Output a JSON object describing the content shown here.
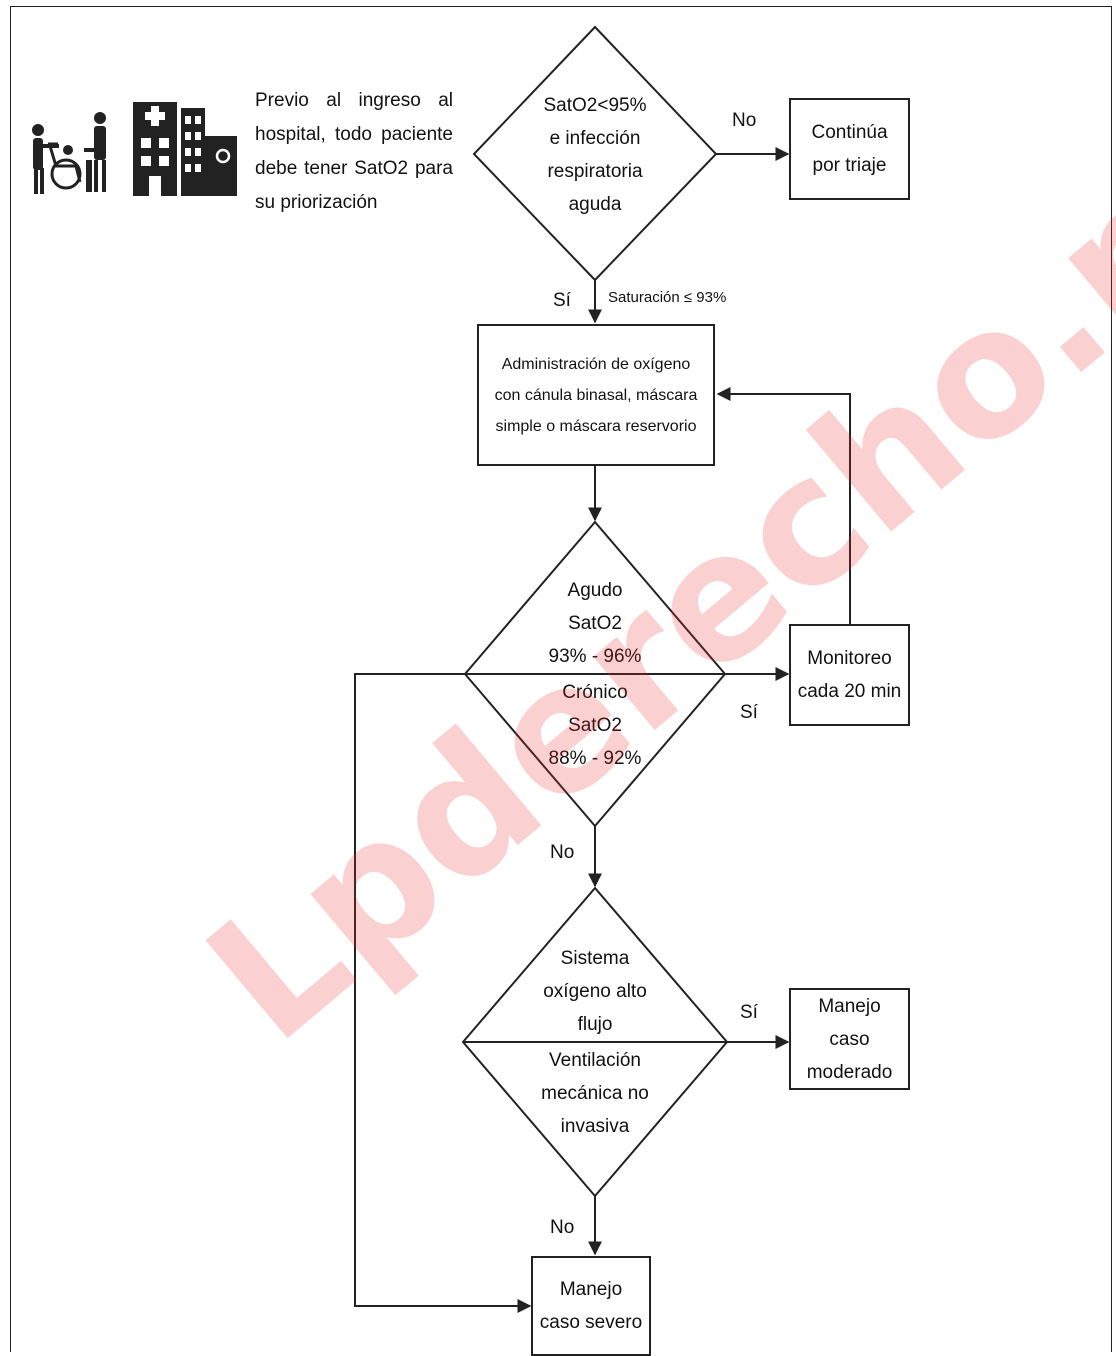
{
  "intro": {
    "text": "Previo al ingreso al hospital, todo paciente debe tener SatO2 para su priorización"
  },
  "icons": [
    "wheelchair-patient-icon",
    "hospital-building-icon"
  ],
  "nodes": {
    "d1": {
      "lines": [
        "SatO2<95%",
        "e infección",
        "respiratoria",
        "aguda"
      ]
    },
    "triage": {
      "lines": [
        "Continúa",
        "por triaje"
      ]
    },
    "oxygen": {
      "lines": [
        "Administración de oxígeno",
        "con cánula binasal, máscara",
        "simple o máscara reservorio"
      ]
    },
    "d2_top": {
      "lines": [
        "Agudo",
        "SatO2",
        "93% - 96%"
      ]
    },
    "d2_bottom": {
      "lines": [
        "Crónico",
        "SatO2",
        "88% - 92%"
      ]
    },
    "monitor": {
      "lines": [
        "Monitoreo",
        "cada 20 min"
      ]
    },
    "d3_top": {
      "lines": [
        "Sistema",
        "oxígeno alto",
        "flujo"
      ]
    },
    "d3_bottom": {
      "lines": [
        "Ventilación",
        "mecánica no",
        "invasiva"
      ]
    },
    "moderate": {
      "lines": [
        "Manejo",
        "caso",
        "moderado"
      ]
    },
    "severe": {
      "lines": [
        "Manejo",
        "caso severo"
      ]
    }
  },
  "edge_labels": {
    "d1_no": "No",
    "d1_yes": "Sí",
    "saturation": "Saturación ≤ 93%",
    "d2_yes": "Sí",
    "d2_no": "No",
    "d3_yes": "Sí",
    "d3_no": "No"
  },
  "watermark": "Lpderecho.pe",
  "colors": {
    "line": "#222222",
    "watermark": "#ec2828"
  }
}
